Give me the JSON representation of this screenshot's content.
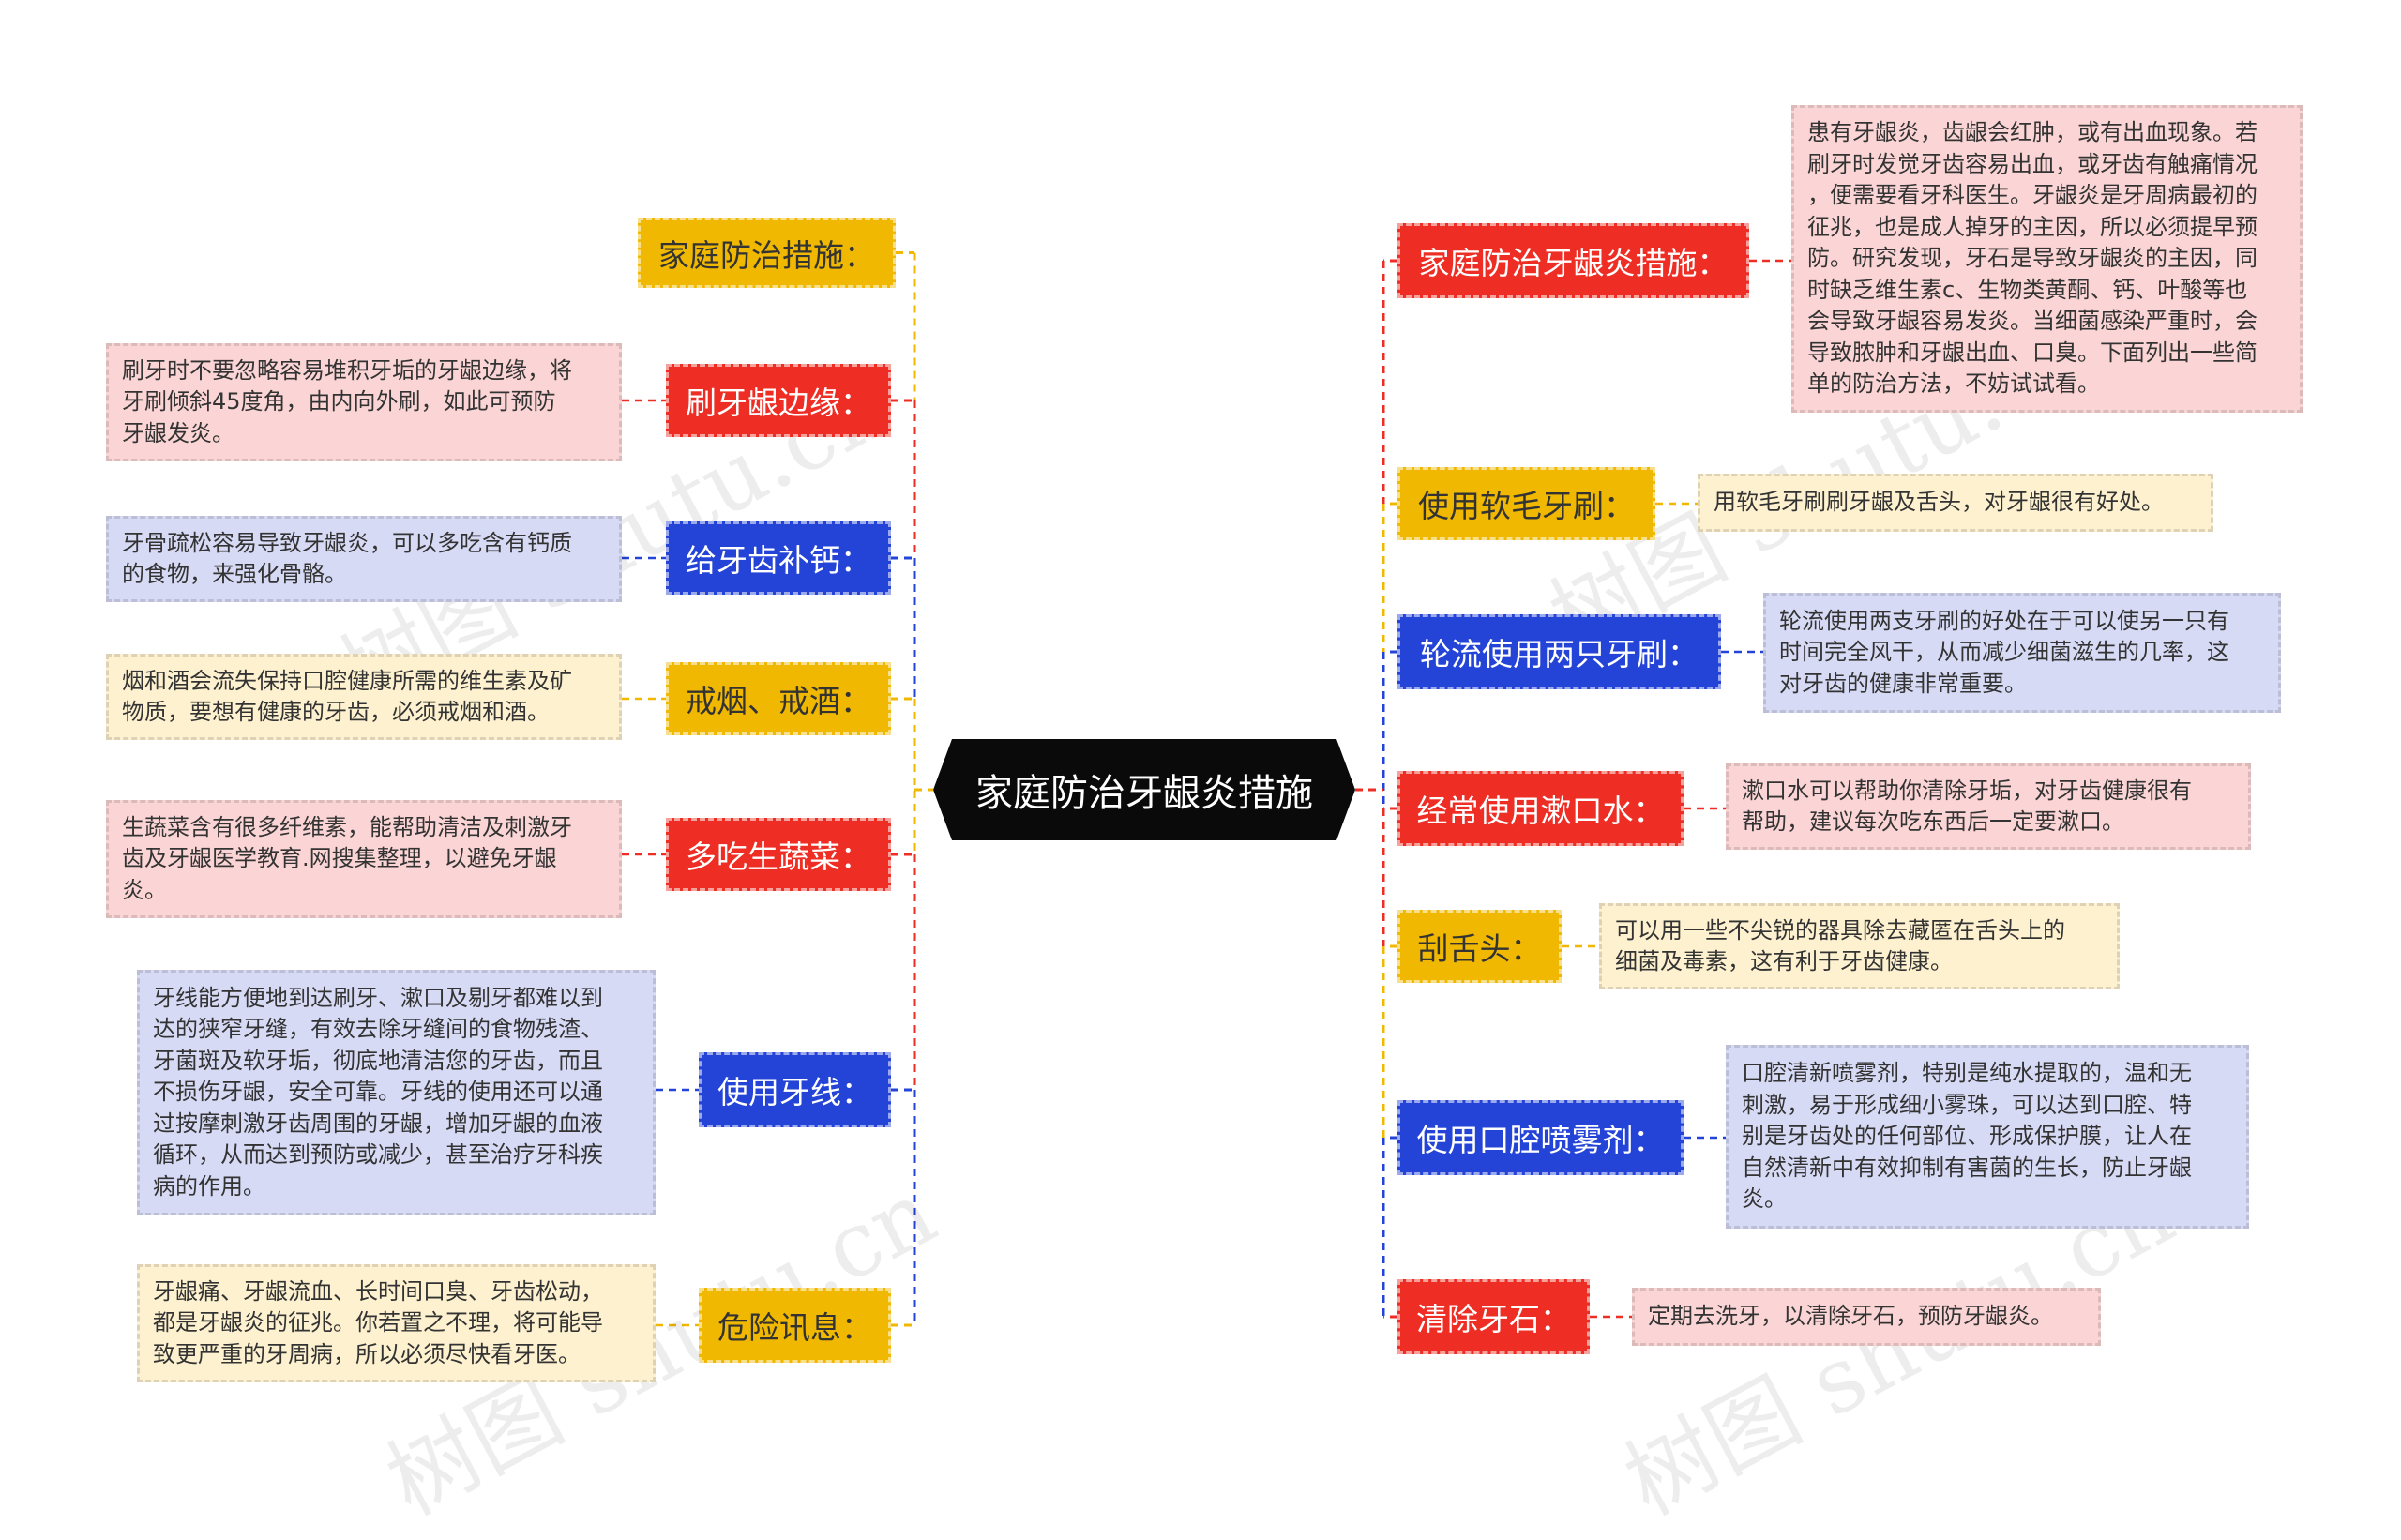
{
  "colors": {
    "yellow": "#F0B800",
    "red": "#EE2E24",
    "blue": "#2444D7",
    "pink_leaf": "#FBD5D5",
    "blue_leaf": "#D7DAF5",
    "yellow_leaf": "#FDF1CF",
    "root": "#0A0A0A"
  },
  "root": {
    "label": "家庭防治牙龈炎措施"
  },
  "watermark": "树图 shutu.cn",
  "left": [
    {
      "label": "家庭防治措施：",
      "color": "yellow",
      "lines": []
    },
    {
      "label": "刷牙龈边缘：",
      "color": "red",
      "lines": [
        "刷牙时不要忽略容易堆积牙垢的牙龈边缘，将",
        "牙刷倾斜45度角，由内向外刷，如此可预防",
        "牙龈发炎。"
      ]
    },
    {
      "label": "给牙齿补钙：",
      "color": "blue",
      "lines": [
        "牙骨疏松容易导致牙龈炎，可以多吃含有钙质",
        "的食物，来强化骨骼。"
      ]
    },
    {
      "label": "戒烟、戒酒：",
      "color": "yellow",
      "lines": [
        "烟和酒会流失保持口腔健康所需的维生素及矿",
        "物质，要想有健康的牙齿，必须戒烟和酒。"
      ]
    },
    {
      "label": "多吃生蔬菜：",
      "color": "red",
      "lines": [
        "生蔬菜含有很多纤维素，能帮助清洁及刺激牙",
        "齿及牙龈医学教育.网搜集整理，以避免牙龈",
        "炎。"
      ]
    },
    {
      "label": "使用牙线：",
      "color": "blue",
      "lines": [
        "牙线能方便地到达刷牙、漱口及剔牙都难以到",
        "达的狭窄牙缝，有效去除牙缝间的食物残渣、",
        "牙菌斑及软牙垢，彻底地清洁您的牙齿，而且",
        "不损伤牙龈，安全可靠。牙线的使用还可以通",
        "过按摩刺激牙齿周围的牙龈，增加牙龈的血液",
        "循环，从而达到预防或减少，甚至治疗牙科疾",
        "病的作用。"
      ]
    },
    {
      "label": "危险讯息：",
      "color": "yellow",
      "lines": [
        "牙龈痛、牙龈流血、长时间口臭、牙齿松动，",
        "都是牙龈炎的征兆。你若置之不理，将可能导",
        "致更严重的牙周病，所以必须尽快看牙医。"
      ]
    }
  ],
  "right": [
    {
      "label": "家庭防治牙龈炎措施：",
      "color": "red",
      "lines": [
        "患有牙龈炎，齿龈会红肿，或有出血现象。若",
        "刷牙时发觉牙齿容易出血，或牙齿有触痛情况",
        "，便需要看牙科医生。牙龈炎是牙周病最初的",
        "征兆，也是成人掉牙的主因，所以必须提早预",
        "防。研究发现，牙石是导致牙龈炎的主因，同",
        "时缺乏维生素c、生物类黄酮、钙、叶酸等也",
        "会导致牙龈容易发炎。当细菌感染严重时，会",
        "导致脓肿和牙龈出血、口臭。下面列出一些简",
        "单的防治方法，不妨试试看。"
      ]
    },
    {
      "label": "使用软毛牙刷：",
      "color": "yellow",
      "lines": [
        "用软毛牙刷刷牙龈及舌头，对牙龈很有好处。"
      ]
    },
    {
      "label": "轮流使用两只牙刷：",
      "color": "blue",
      "lines": [
        "轮流使用两支牙刷的好处在于可以使另一只有",
        "时间完全风干，从而减少细菌滋生的几率，这",
        "对牙齿的健康非常重要。"
      ]
    },
    {
      "label": "经常使用漱口水：",
      "color": "red",
      "lines": [
        "漱口水可以帮助你清除牙垢，对牙齿健康很有",
        "帮助，建议每次吃东西后一定要漱口。"
      ]
    },
    {
      "label": "刮舌头：",
      "color": "yellow",
      "lines": [
        "可以用一些不尖锐的器具除去藏匿在舌头上的",
        "细菌及毒素，这有利于牙齿健康。"
      ]
    },
    {
      "label": "使用口腔喷雾剂：",
      "color": "blue",
      "lines": [
        "口腔清新喷雾剂，特别是纯水提取的，温和无",
        "刺激，易于形成细小雾珠，可以达到口腔、特",
        "别是牙齿处的任何部位、形成保护膜，让人在",
        "自然清新中有效抑制有害菌的生长，防止牙龈",
        "炎。"
      ]
    },
    {
      "label": "清除牙石：",
      "color": "red",
      "lines": [
        "定期去洗牙，以清除牙石，预防牙龈炎。"
      ]
    }
  ]
}
